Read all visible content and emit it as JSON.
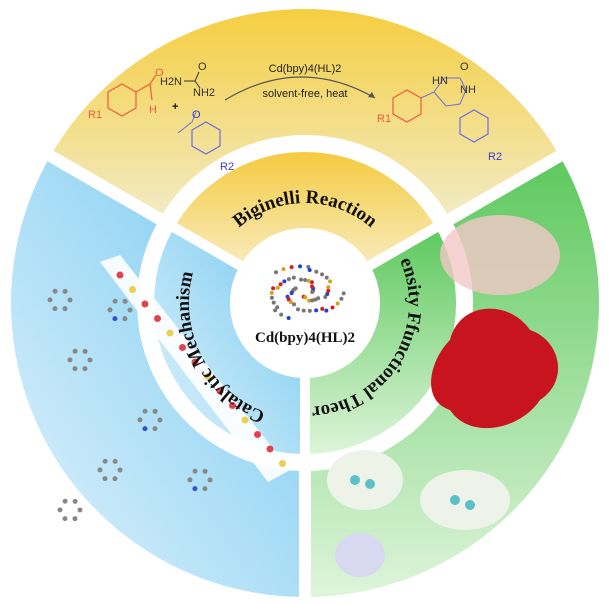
{
  "reaction": {
    "catalyst": "Cd(bpy)4(HL)2",
    "conditions": "solvent-free, heat",
    "plus": "+",
    "urea_left": "H2N",
    "urea_right": "NH2",
    "oxygen": "O",
    "hydrogen": "H",
    "r1": "R1",
    "r2": "R2",
    "hn": "HN",
    "nh": "NH"
  },
  "sections": {
    "top": "Biginelli Reaction",
    "left": "Catalytic Mechanism",
    "right": "Density Ffunctional Theory"
  },
  "center_label": "Cd(bpy)4(HL)2",
  "colors": {
    "top": "#f3d15a",
    "left": "#8fd3f2",
    "right": "#6ccf6a",
    "aldehyde": "#f05a3c",
    "ketone": "#6e6ee0",
    "esp_red": "#c8141e"
  }
}
